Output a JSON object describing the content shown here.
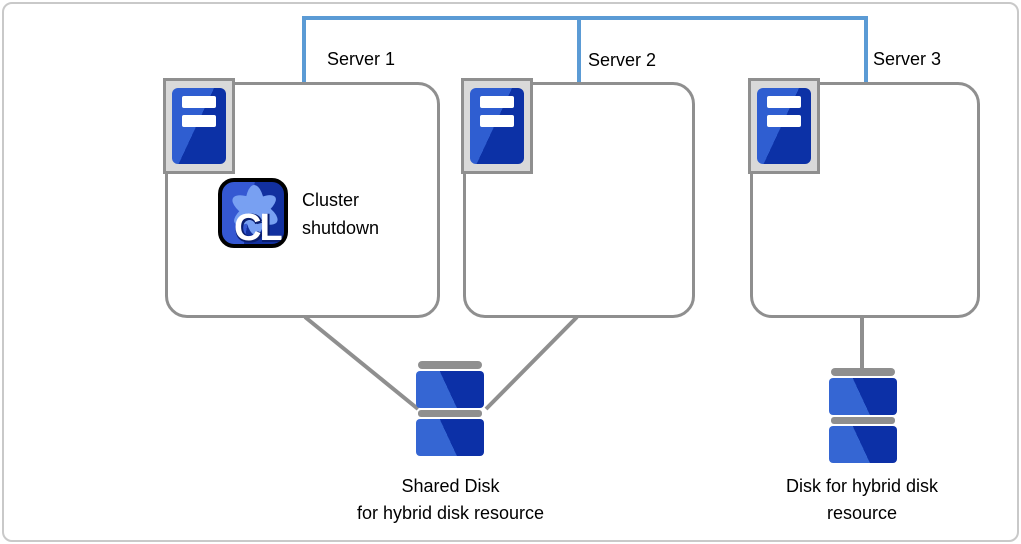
{
  "diagram": {
    "servers": [
      {
        "label": "Server 1"
      },
      {
        "label": "Server 2"
      },
      {
        "label": "Server 3"
      }
    ],
    "cluster_action": {
      "badge_text": "CL",
      "label": "Cluster shutdown"
    },
    "shared_disk": {
      "label_line1": "Shared Disk",
      "label_line2": "for hybrid disk resource"
    },
    "hybrid_disk": {
      "label_line1": "Disk for hybrid disk",
      "label_line2": "resource"
    },
    "icons": {
      "server": "server-tower-icon",
      "cluster_badge": "cl-badge-icon",
      "disk": "disk-stack-icon"
    },
    "colors": {
      "interconnect_blue": "#5b9bd5",
      "outline_gray": "#8f8f8f",
      "frame_fill": "#d9d9d9",
      "server_blue_light": "#2f5ed1",
      "server_blue_dark": "#0c31a6",
      "disk_blue_light": "#3566d3",
      "disk_blue_dark": "#0c30a7",
      "badge_blob_blue": "#78a0f2",
      "text": "#000000"
    }
  }
}
